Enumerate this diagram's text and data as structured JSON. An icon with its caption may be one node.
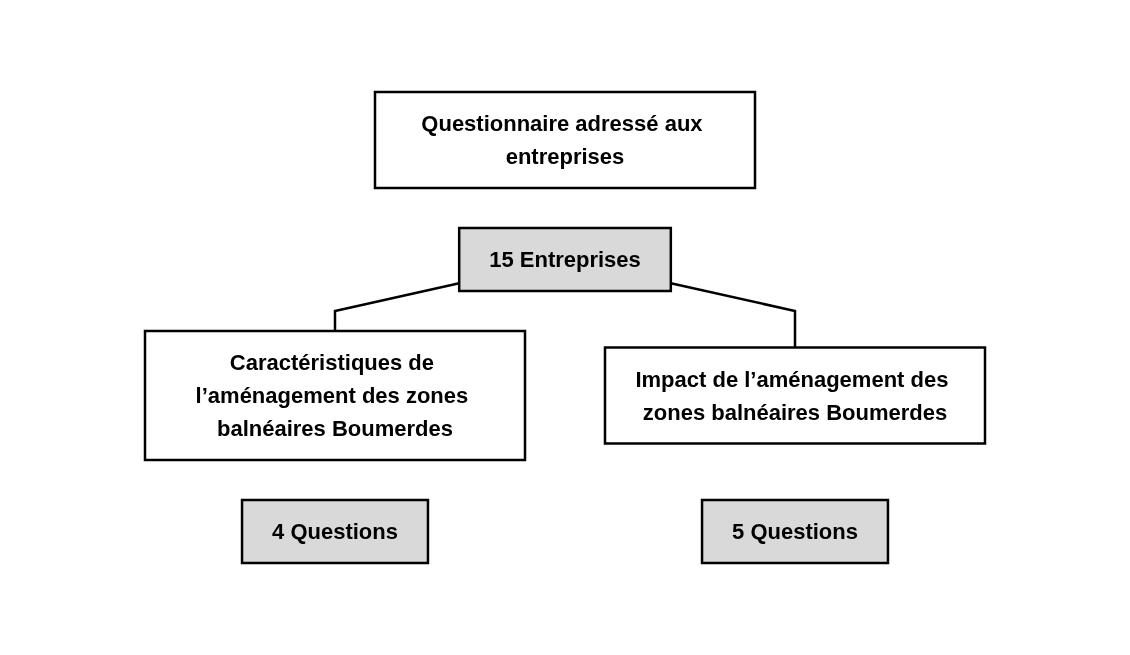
{
  "diagram": {
    "nodes": [
      {
        "text": [
          "Questionnaire adressé aux entreprises"
        ]
      },
      {
        "text": [
          "15 Entreprises"
        ]
      },
      {
        "text": [
          "Caractéristiques de l’aménagement des zones balnéaires Boumerdes"
        ]
      },
      {
        "text": [
          "4 Questions"
        ]
      },
      {
        "text": [
          "Impact de l’aménagement des zones balnéaires Boumerdes"
        ]
      },
      {
        "text": [
          "5 Questions"
        ]
      }
    ],
    "edges": [
      {
        "from": 1,
        "to": 2,
        "arrow": "none"
      },
      {
        "from": 1,
        "to": 4,
        "arrow": "none"
      }
    ]
  }
}
